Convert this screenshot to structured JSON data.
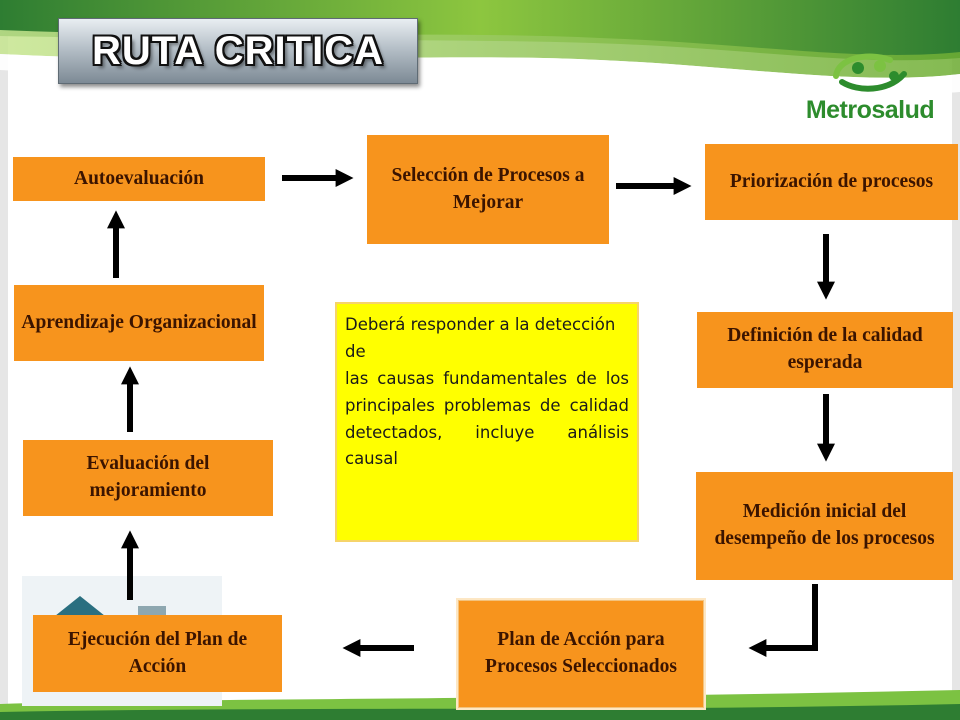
{
  "title": "RUTA CRITICA",
  "logo": {
    "text": "Metrosalud",
    "colors": {
      "primary": "#2d8c2d",
      "secondary": "#7cc242"
    }
  },
  "colors": {
    "box": "#f7941d",
    "note": "#ffff00",
    "arrow": "#000000",
    "stripe": "#7cc242"
  },
  "steps": {
    "autoevaluacion": "Autoevaluación",
    "seleccion": "Selección de Procesos a Mejorar",
    "priorizacion": "Priorización de procesos",
    "definicion": "Definición de la calidad esperada",
    "medicion": "Medición inicial del desempeño de los procesos",
    "plan": "Plan de Acción para Procesos Seleccionados",
    "ejecucion": "Ejecución del Plan de Acción",
    "evaluacion": "Evaluación del mejoramiento",
    "aprendizaje": "Aprendizaje Organizacional"
  },
  "note": {
    "line1": "Deberá responder a la detección de",
    "line2": "las causas fundamentales de los principales problemas de calidad detectados, incluye análisis causal"
  }
}
